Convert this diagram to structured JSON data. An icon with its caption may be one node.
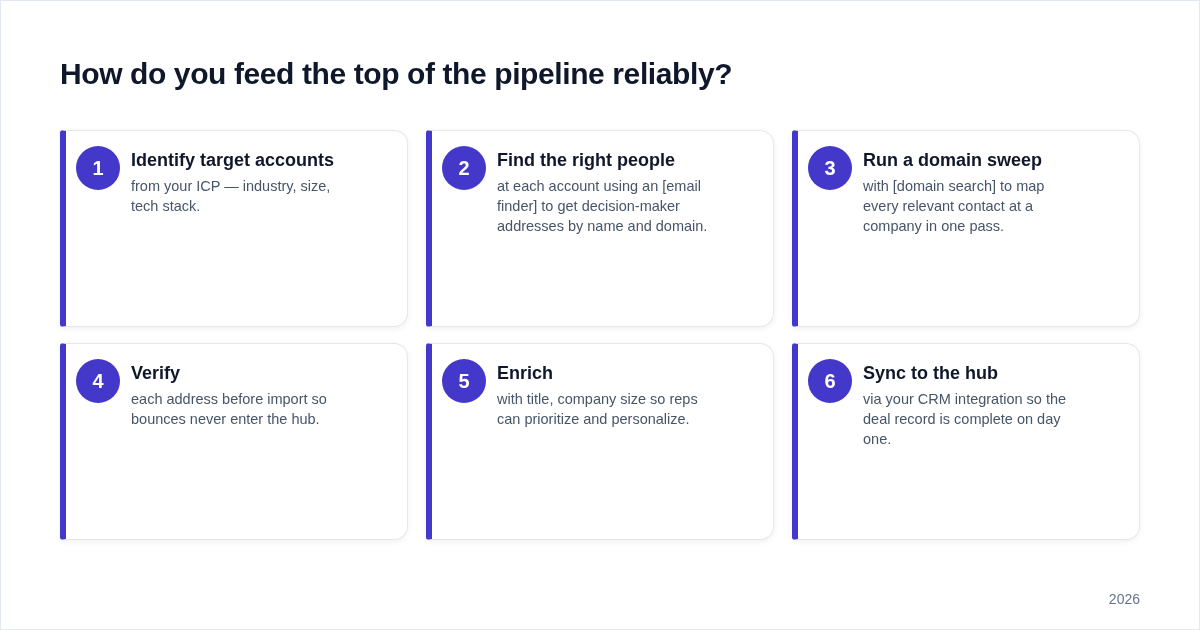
{
  "diagram": {
    "title": "How do you feed the top of the pipeline reliably?",
    "nodes": [
      {
        "text": [
          "Identify target accounts",
          "from your ICP — industry, size, tech stack."
        ]
      },
      {
        "text": [
          "1"
        ],
        "in": 0
      },
      {
        "text": [
          "Find the right people",
          "at each account using an [email finder] to get decision-maker addresses by name and domain."
        ]
      },
      {
        "text": [
          "2"
        ],
        "in": 2
      },
      {
        "text": [
          "Run a domain sweep",
          "with [domain search] to map every relevant contact at a company in one pass."
        ]
      },
      {
        "text": [
          "3"
        ],
        "in": 4
      },
      {
        "text": [
          "Verify",
          "each address before import so bounces never enter the hub."
        ]
      },
      {
        "text": [
          "4"
        ],
        "in": 6
      },
      {
        "text": [
          "Enrich",
          "with title, company size so reps can prioritize and personalize."
        ]
      },
      {
        "text": [
          "5"
        ],
        "in": 8
      },
      {
        "text": [
          "Sync to the hub",
          "via your CRM integration so the deal record is complete on day one."
        ]
      },
      {
        "text": [
          "6"
        ],
        "in": 10
      }
    ],
    "labels": [
      "2026"
    ]
  }
}
